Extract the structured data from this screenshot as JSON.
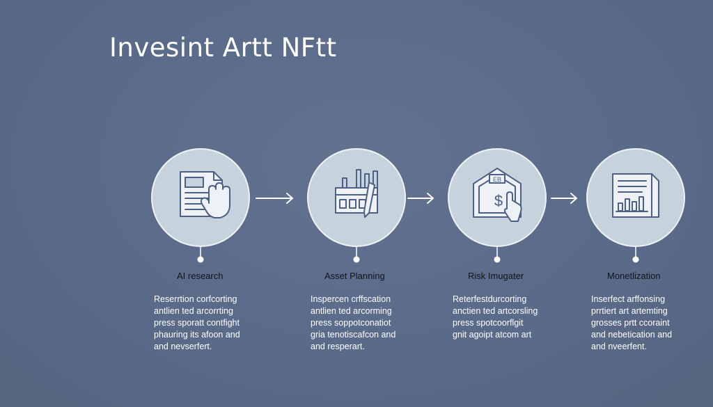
{
  "title": "Invesint Artt NFtt",
  "colors": {
    "background": "#5b6b8b",
    "circle_fill": "#c6d3dc",
    "circle_stroke": "#eef2f5",
    "icon_stroke": "#4c5f86",
    "connector": "#ffffff"
  },
  "steps": [
    {
      "label": "AI research",
      "icon": "document-hand-icon",
      "description": "Reserrtion corfcorting\nantlien ted arcorrting\npress sporatt contfight\nphauring its afoon and\nand nevserfert."
    },
    {
      "label": "Asset Planning",
      "icon": "factory-chart-icon",
      "description": "Inspercen crffscation\nantlien ted arcorming\npress soppotconatiot\ngria tenotiscafcon and\nand resperart."
    },
    {
      "label": "Risk Imugater",
      "icon": "dollar-shield-icon",
      "description": "Reterfestdurcorting\nanctien ted artcorsling\npress spotcoorflgit\ngnit agoipt atcom art"
    },
    {
      "label": "Monetlization",
      "icon": "report-chart-icon",
      "description": "Inserfect arffonsing\nprrtiert art artemting\ngrosses prtt ccoraint\nand nebetication and\nand nveerfent."
    }
  ]
}
